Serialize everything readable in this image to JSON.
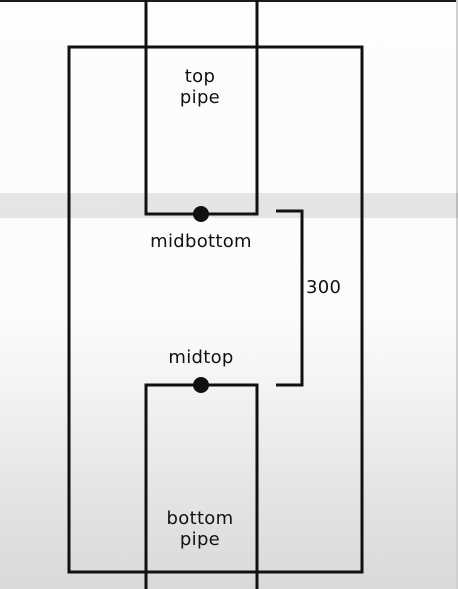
{
  "diagram": {
    "top_pipe_line1": "top",
    "top_pipe_line2": "pipe",
    "bottom_pipe_line1": "bottom",
    "bottom_pipe_line2": "pipe",
    "midbottom": "midbottom",
    "midtop": "midtop",
    "gap_value": "300"
  },
  "colors": {
    "stroke": "#111111",
    "band": "#e3e3e3"
  }
}
